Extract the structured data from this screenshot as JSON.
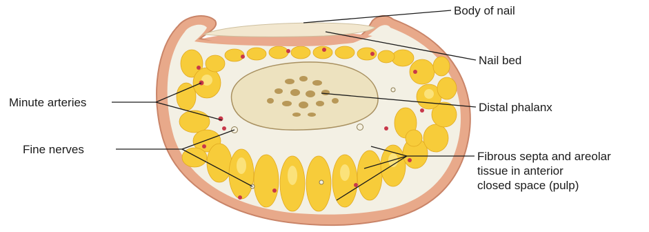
{
  "labels": {
    "body_of_nail": "Body of nail",
    "nail_bed": "Nail bed",
    "minute_arteries": "Minute arteries",
    "distal_phalanx": "Distal phalanx",
    "fine_nerves": "Fine nerves",
    "fibrous_septa": [
      "Fibrous septa and areolar",
      "tissue in anterior",
      "closed space (pulp)"
    ]
  },
  "colors": {
    "skin": "#e8a98a",
    "skin_dark": "#c98468",
    "fat": "#f7cc3a",
    "fat_light": "#fbe27a",
    "septa": "#eef0ea",
    "bone": "#ede2bf",
    "bone_marrow": "#b89858",
    "artery": "#c8384a",
    "nail": "#f2e7cf"
  }
}
